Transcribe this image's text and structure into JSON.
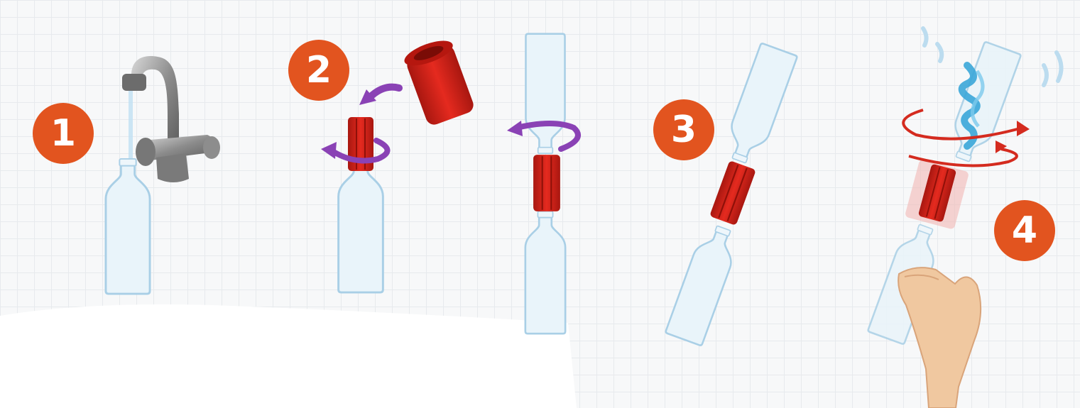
{
  "steps": [
    {
      "number": "1"
    },
    {
      "number": "2"
    },
    {
      "number": "3"
    },
    {
      "number": "4"
    }
  ],
  "colors": {
    "badge": "#e2541f",
    "connector": "#d42b1f",
    "bottle_outline": "#a9cfe6",
    "water": "#cfe6f3",
    "rotation_arrow": "#8a42b5",
    "swirl_arrow": "#d42b1f",
    "vortex": "#3aa6d8"
  },
  "icons": [
    "faucet-icon",
    "bottle-icon",
    "connector-icon",
    "rotate-arrow-icon",
    "hand-icon",
    "vortex-icon"
  ]
}
